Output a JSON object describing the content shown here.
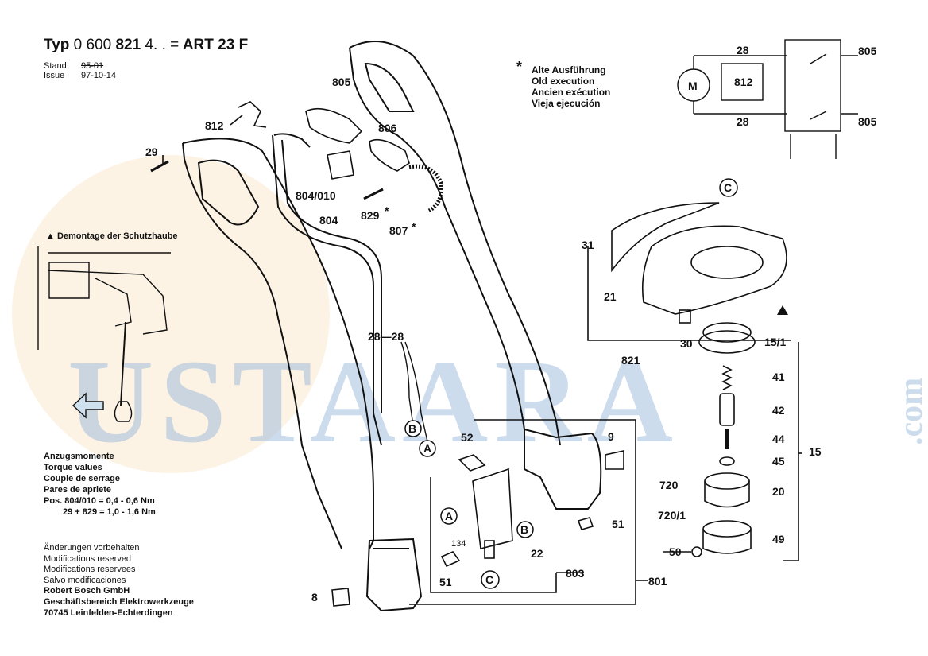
{
  "header": {
    "typ_label": "Typ",
    "part_number": "0 600",
    "part_number_bold": "821",
    "suffix": "4. . =",
    "model": "ART 23 F",
    "stand_label": "Stand",
    "issue_label": "Issue",
    "stand_value": "95-01",
    "issue_value": "97-10-14"
  },
  "legend": {
    "star": "*",
    "lines": [
      "Alte Ausführung",
      "Old execution",
      "Ancien exécution",
      "Vieja ejecución"
    ]
  },
  "demontage": {
    "marker": "▲",
    "text": "Demontage der Schutzhaube"
  },
  "torque": {
    "lines": [
      "Anzugsmomente",
      "Torque values",
      "Couple de serrage",
      "Pares de apriete"
    ],
    "value_1": "Pos. 804/010 = 0,4 - 0,6 Nm",
    "value_2": "29 + 829 = 1,0 - 1,6 Nm"
  },
  "changes": {
    "lines": [
      "Änderungen vorbehalten",
      "Modifications reserved",
      "Modifications reservees",
      "Salvo modificaciones"
    ],
    "company": [
      "Robert Bosch GmbH",
      "Geschäftsbereich Elektrowerkzeuge",
      "70745 Leinfelden-Echterdingen"
    ]
  },
  "watermark": {
    "text": "USTAARA",
    "suffix": ".com",
    "color": "#8fb2d8"
  },
  "schematic": {
    "labels": [
      "28",
      "28",
      "805",
      "805",
      "812"
    ],
    "motor": "M"
  },
  "part_labels": {
    "p812": "812",
    "p29": "29",
    "p805": "805",
    "p806": "806",
    "p804_010": "804/010",
    "p804": "804",
    "p829": "829",
    "p807": "807",
    "p28": "28—28",
    "p52": "52",
    "p9": "9",
    "p51a": "51",
    "p51b": "51",
    "p22": "22",
    "p803": "803",
    "p801": "801",
    "p134": "134",
    "p8": "8",
    "p31": "31",
    "p21": "21",
    "p821": "821",
    "p30": "30",
    "p15_1": "15/1",
    "p41": "41",
    "p42": "42",
    "p44": "44",
    "p45": "45",
    "p15": "15",
    "p720": "720",
    "p720_1": "720/1",
    "p20": "20",
    "p49": "49",
    "p50": "50"
  },
  "callouts": {
    "A": "A",
    "B": "B",
    "C": "C"
  }
}
